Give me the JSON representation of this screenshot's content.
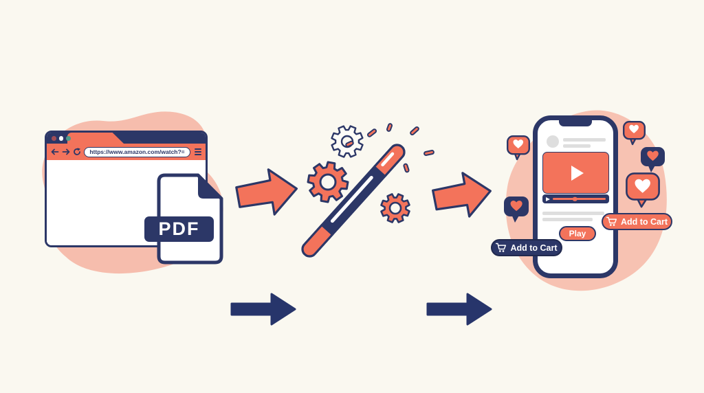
{
  "browser": {
    "url": "https://www.amazon.com/watch?=",
    "window_dots": [
      "#A04E57",
      "#FFFFFF",
      "#4F9B8C"
    ]
  },
  "pdf": {
    "label": "PDF"
  },
  "phone": {
    "play_button_label": "Play"
  },
  "buttons": {
    "add_to_cart_left": "Add to Cart",
    "add_to_cart_right": "Add to Cart"
  },
  "colors": {
    "background": "#FAF8F0",
    "salmon": "#F3735B",
    "navy": "#2C3767",
    "blob_pink": "#F7C2B2",
    "gray_line": "#DEDEDE",
    "dot_maroon": "#A04E57",
    "dot_teal": "#4F9B8C"
  }
}
